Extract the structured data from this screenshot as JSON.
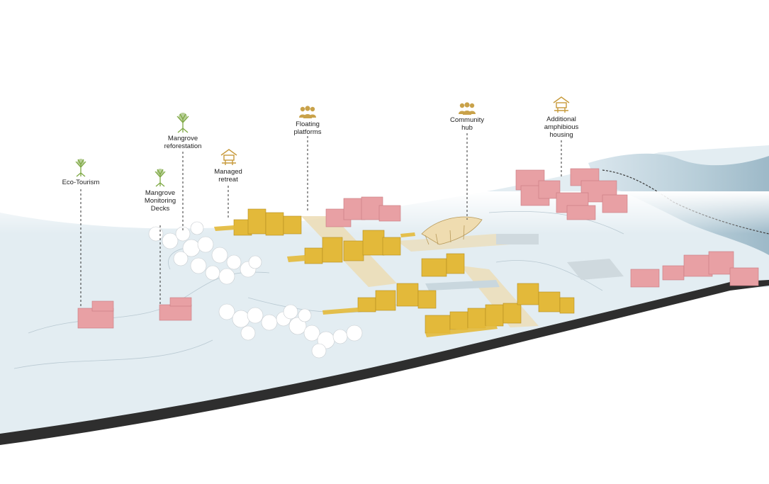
{
  "labels": {
    "eco_tourism": [
      "Eco-Tourism"
    ],
    "mangrove_monitoring_decks": [
      "Mangrove",
      "Monitoring",
      "Decks"
    ],
    "mangrove_reforestation": [
      "Mangrove",
      "reforestation"
    ],
    "managed_retreat": [
      "Managed",
      "retreat"
    ],
    "floating_platforms": [
      "Floating",
      "platforms"
    ],
    "community_hub": [
      "Community",
      "hub"
    ],
    "additional_amphibious_housing": [
      "Additional",
      "amphibious",
      "housing"
    ]
  },
  "icons": {
    "eco_tourism": "mangrove-tree-icon",
    "mangrove_monitoring_decks": "mangrove-tree-icon",
    "mangrove_reforestation": "mangrove-tree-icon",
    "managed_retreat": "stilt-house-icon",
    "floating_platforms": "people-group-icon",
    "community_hub": "people-group-icon",
    "additional_amphibious_housing": "stilt-house-icon"
  },
  "colors": {
    "pink_building": "#e8a0a4",
    "yellow_building": "#e3b93a",
    "water": "#dde9ef",
    "sea": "#a9c3d1",
    "ground_edge": "#2e2e2e",
    "tree_icon_green": "#7ea843",
    "house_icon_gold": "#c79a3b",
    "people_icon_gold": "#c9a24a"
  }
}
